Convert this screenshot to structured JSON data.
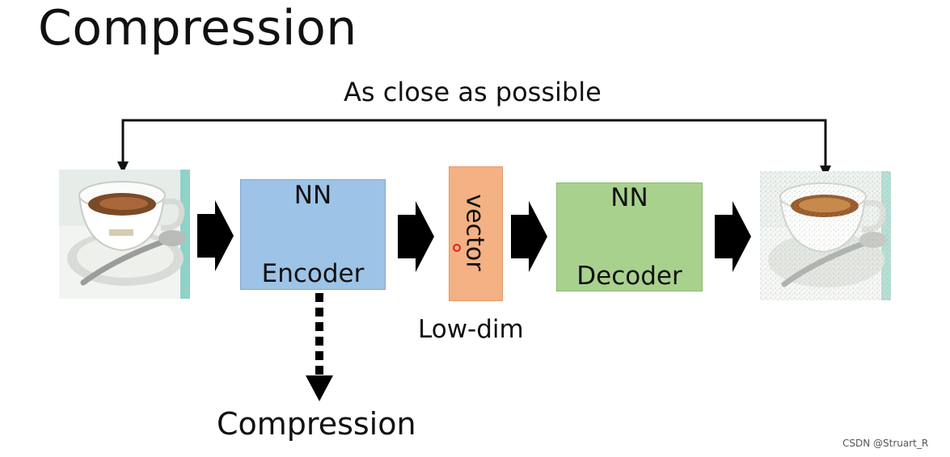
{
  "title": "Compression",
  "top_label": "As close as possible",
  "encoder": {
    "line1": "NN",
    "line2": "Encoder"
  },
  "vector_label": "vector",
  "decoder": {
    "line1": "NN",
    "line2": "Decoder"
  },
  "low_dim_label": "Low-dim",
  "compression_label": "Compression",
  "watermark": "CSDN @Struart_R",
  "icons": {
    "input": "coffee-cup-image",
    "output": "noisy-coffee-cup-image",
    "arrows": "black-block-arrow-right",
    "dashed_arrow": "dashed-arrow-down"
  },
  "colors": {
    "encoder": "#9dc3e6",
    "vector": "#f4b183",
    "decoder": "#a9d18e"
  }
}
